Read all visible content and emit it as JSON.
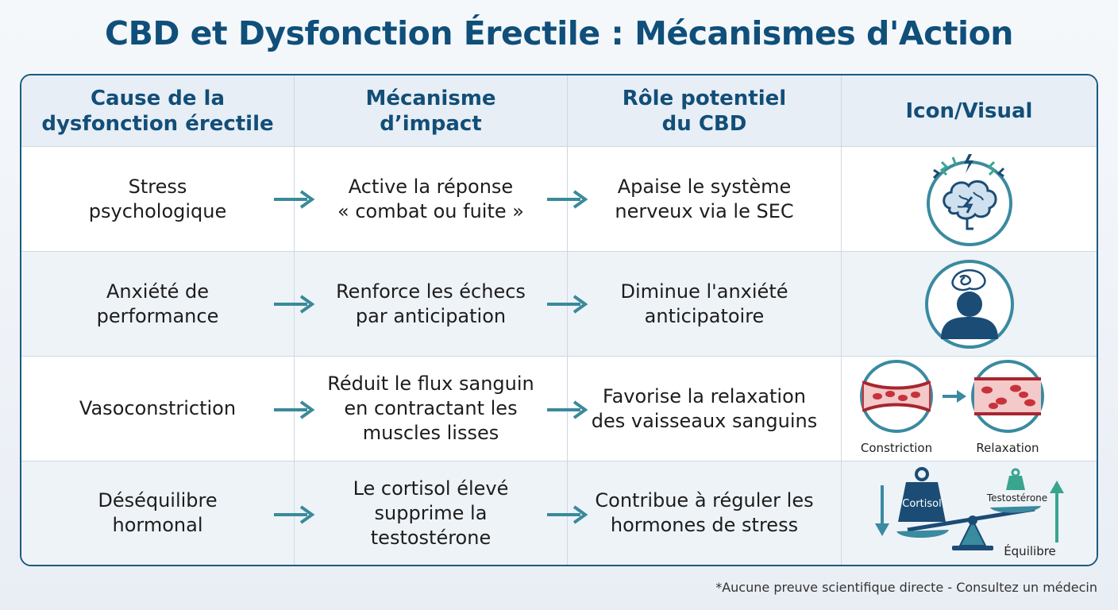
{
  "title": "CBD et Dysfonction Érectile : Mécanismes d'Action",
  "headers": [
    "Cause de la\ndysfonction érectile",
    "Mécanisme\nd’impact",
    "Rôle potentiel\ndu CBD",
    "Icon/Visual"
  ],
  "rows": [
    {
      "cause": "Stress\npsychologique",
      "mechanism": "Active la réponse\n« combat ou fuite »",
      "cbd_role": "Apaise le système\nnerveux via le SEC",
      "icon": "stressed-brain-icon"
    },
    {
      "cause": "Anxiété de\nperformance",
      "mechanism": "Renforce les échecs\npar anticipation",
      "cbd_role": "Diminue l'anxiété\nanticipatoire",
      "icon": "anxious-person-icon"
    },
    {
      "cause": "Vasoconstriction",
      "mechanism": "Réduit le flux sanguin\nen contractant les\nmuscles lisses",
      "cbd_role": "Favorise la relaxation\ndes vaisseaux sanguins",
      "icon": "blood-vessel-icon",
      "visual_labels": [
        "Constriction",
        "Relaxation"
      ]
    },
    {
      "cause": "Déséquilibre\nhormonal",
      "mechanism": "Le cortisol élevé\nsupprime la\ntestostérone",
      "cbd_role": "Contribue à réguler les\nhormones de stress",
      "icon": "hormone-balance-scale-icon",
      "visual_labels": [
        "Cortisol",
        "Testostérone",
        "Équilibre"
      ]
    }
  ],
  "footnote": "*Aucune preuve scientifique directe - Consultez un médecin",
  "colors": {
    "title": "#0f4f7a",
    "border": "#1c5a80",
    "arrow": "#3a8a9a",
    "teal": "#3aa58e",
    "navy": "#1b4c75",
    "vessel_red": "#c8323a"
  }
}
